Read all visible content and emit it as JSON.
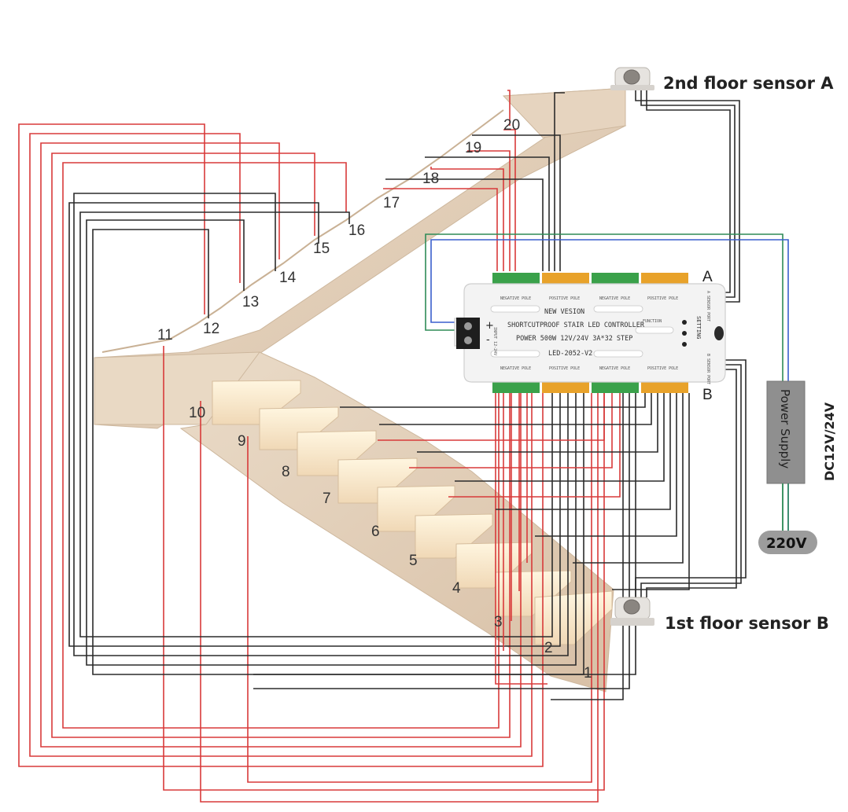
{
  "sensors": {
    "top": "2nd floor sensor A",
    "bottom": "1st floor sensor B"
  },
  "controller": {
    "port_a": "A",
    "port_b": "B",
    "line1": "NEW VESION",
    "line2": "SHORTCUTPROOF STAIR LED CONTROLLER",
    "line3": "POWER 500W 12V/24V 3A*32 STEP",
    "model": "LED-2052-V2",
    "function": "FUNCTION",
    "setting": "SETTING",
    "input": "INPUT 12-24V",
    "plus": "+",
    "minus": "-",
    "negative_pole": "NEGATIVE POLE",
    "positive_pole": "POSITIVE POLE",
    "sensor_port_a": "A SENSOR PORT",
    "sensor_port_b": "B SENSOR PORT"
  },
  "power_supply": {
    "label": "Power Supply",
    "voltage": "DC12V/24V",
    "mains": "220V"
  },
  "steps": [
    "1",
    "2",
    "3",
    "4",
    "5",
    "6",
    "7",
    "8",
    "9",
    "10",
    "11",
    "12",
    "13",
    "14",
    "15",
    "16",
    "17",
    "18",
    "19",
    "20"
  ],
  "colors": {
    "red_wire": "#d83a3a",
    "black_wire": "#2b2b2b",
    "green_wire": "#2e8b57",
    "blue_wire": "#3a5fcd",
    "stone": "#e3cfb8",
    "terminal_green": "#3aa14a",
    "terminal_orange": "#e8a22a",
    "power_supply": "#8f8f8f"
  }
}
